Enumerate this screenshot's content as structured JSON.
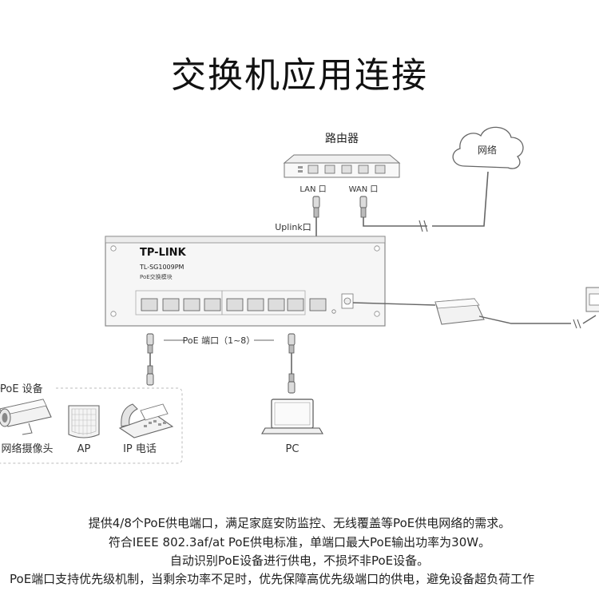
{
  "title": "交换机应用连接",
  "router": {
    "label": "路由器",
    "lan_label": "LAN 口",
    "wan_label": "WAN 口"
  },
  "cloud": {
    "label": "网络"
  },
  "uplink_label": "Uplink口",
  "switch": {
    "brand": "TP-LINK",
    "model": "TL-SG1009PM",
    "subtitle": "PoE交换模块"
  },
  "poe_ports_label": "PoE 端口（1~8）",
  "poe_devices": {
    "group_label": "PoE 设备",
    "items": [
      {
        "label": "网络摄像头",
        "icon": "camera-icon"
      },
      {
        "label": "AP",
        "icon": "access-point-icon"
      },
      {
        "label": "IP 电话",
        "icon": "ip-phone-icon"
      }
    ]
  },
  "pc": {
    "label": "PC",
    "icon": "laptop-icon"
  },
  "description": [
    "提供4/8个PoE供电端口，满足家庭安防监控、无线覆盖等PoE供电网络的需求。",
    "符合IEEE 802.3af/at PoE供电标准，单端口最大PoE输出功率为30W。",
    "自动识别PoE设备进行供电，不损坏非PoE设备。",
    "PoE端口支持优先级机制，当剩余功率不足时，优先保障高优先级端口的供电，避免设备超负荷工作"
  ],
  "colors": {
    "line": "#666666",
    "panel": "#f4f4f4",
    "port": "#cfcfcf",
    "text": "#222222"
  }
}
